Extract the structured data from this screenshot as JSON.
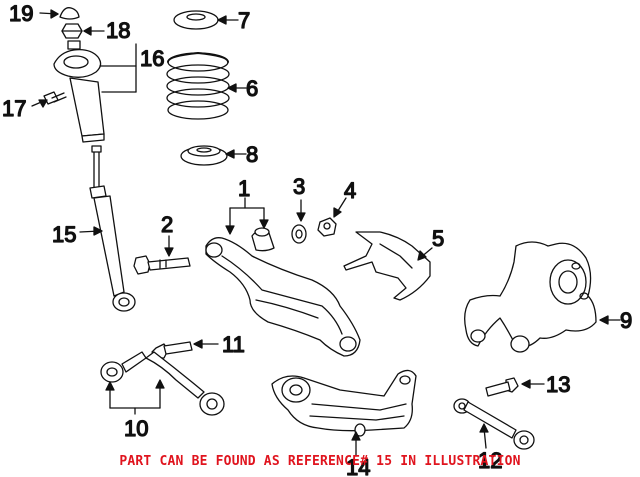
{
  "callouts": [
    {
      "id": "1",
      "label": "1"
    },
    {
      "id": "2",
      "label": "2"
    },
    {
      "id": "3",
      "label": "3"
    },
    {
      "id": "4",
      "label": "4"
    },
    {
      "id": "5",
      "label": "5"
    },
    {
      "id": "6",
      "label": "6"
    },
    {
      "id": "7",
      "label": "7"
    },
    {
      "id": "8",
      "label": "8"
    },
    {
      "id": "9",
      "label": "9"
    },
    {
      "id": "10",
      "label": "10"
    },
    {
      "id": "11",
      "label": "11"
    },
    {
      "id": "12",
      "label": "12"
    },
    {
      "id": "13",
      "label": "13"
    },
    {
      "id": "14",
      "label": "14"
    },
    {
      "id": "15",
      "label": "15"
    },
    {
      "id": "16",
      "label": "16"
    },
    {
      "id": "17",
      "label": "17"
    },
    {
      "id": "18",
      "label": "18"
    },
    {
      "id": "19",
      "label": "19"
    }
  ],
  "footer": {
    "text": "PART CAN BE FOUND AS REFERENCE# 15 IN ILLUSTRATION",
    "color": "#e0141e"
  },
  "colors": {
    "line": "#111111",
    "fill": "#ffffff"
  }
}
